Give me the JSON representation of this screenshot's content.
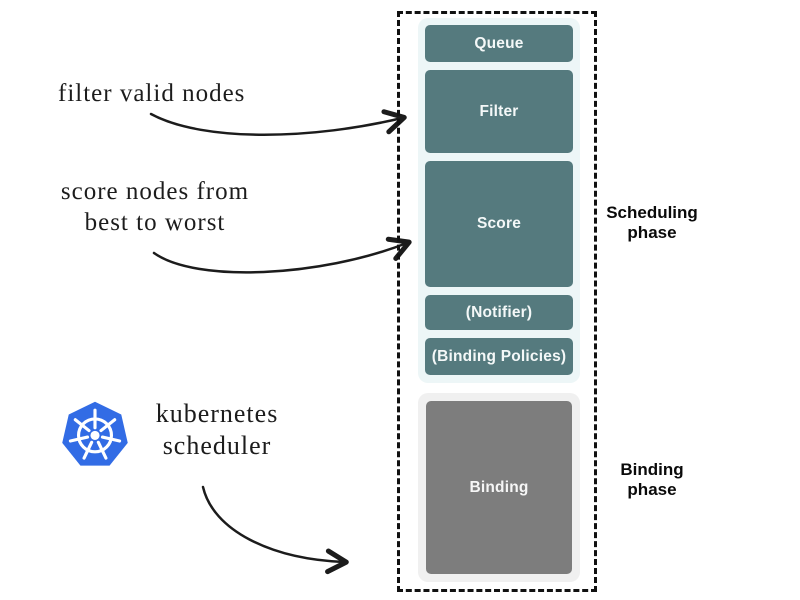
{
  "scheduler": {
    "scheduling_steps": [
      {
        "label": "Queue"
      },
      {
        "label": "Filter"
      },
      {
        "label": "Score"
      },
      {
        "label": "(Notifier)"
      },
      {
        "label": "(Binding Policies)"
      }
    ],
    "binding_steps": [
      {
        "label": "Binding"
      }
    ],
    "phase_labels": {
      "scheduling": "Scheduling\nphase",
      "binding": "Binding\nphase"
    }
  },
  "annotations": {
    "filter_note": "filter valid nodes",
    "score_note": "score nodes from\nbest to worst",
    "scheduler_note": "kubernetes\nscheduler"
  },
  "icons": {
    "kubernetes_logo": "kubernetes-helm-wheel"
  },
  "colors": {
    "step-teal": "#557a7e",
    "scheduling-bg": "#edf6f7",
    "binding-step-gray": "#7d7d7d",
    "binding-bg": "#f0f0f0",
    "kubernetes-blue": "#326ce5",
    "ink": "#1c1c1c"
  }
}
